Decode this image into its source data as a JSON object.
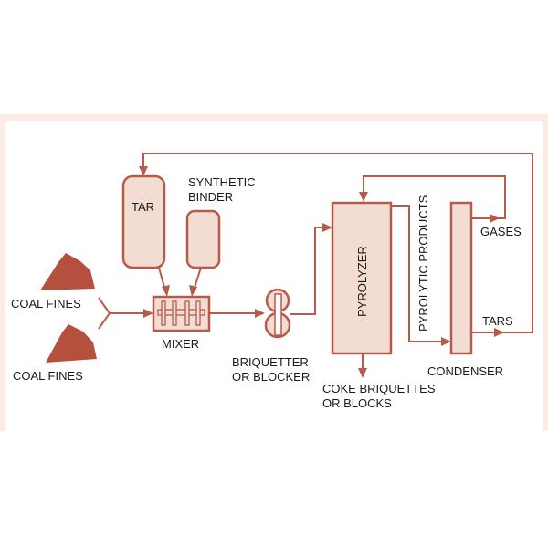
{
  "diagram": {
    "type": "process-flow",
    "subject": "Formed coke production from coal fines",
    "colors": {
      "line": "#B75A4A",
      "equipment_fill": "#F3DDD3",
      "coal": "#B5503F",
      "frame": "#FBEDE6"
    },
    "inputs": {
      "coal_fines_1": "COAL FINES",
      "coal_fines_2": "COAL FINES"
    },
    "equipment": {
      "tar": "TAR",
      "synthetic_binder_line1": "SYNTHETIC",
      "synthetic_binder_line2": "BINDER",
      "mixer": "MIXER",
      "briquetter_line1": "BRIQUETTER",
      "briquetter_line2": "OR BLOCKER",
      "pyrolyzer": "PYROLYZER",
      "condenser": "CONDENSER"
    },
    "streams": {
      "pyrolytic_products": "PYROLYTIC PRODUCTS",
      "gases": "GASES",
      "tars": "TARS",
      "coke_line1": "COKE BRIQUETTES",
      "coke_line2": "OR BLOCKS"
    },
    "flows": [
      {
        "from": "COAL FINES",
        "to": "MIXER"
      },
      {
        "from": "TAR",
        "to": "MIXER"
      },
      {
        "from": "SYNTHETIC BINDER",
        "to": "MIXER"
      },
      {
        "from": "MIXER",
        "to": "BRIQUETTER OR BLOCKER"
      },
      {
        "from": "BRIQUETTER OR BLOCKER",
        "to": "PYROLYZER"
      },
      {
        "from": "PYROLYZER",
        "to": "CONDENSER",
        "label": "PYROLYTIC PRODUCTS"
      },
      {
        "from": "PYROLYZER",
        "to": "COKE BRIQUETTES OR BLOCKS"
      },
      {
        "from": "CONDENSER",
        "to": "PYROLYZER",
        "label": "GASES"
      },
      {
        "from": "CONDENSER",
        "to": "TAR",
        "label": "TARS"
      }
    ]
  }
}
